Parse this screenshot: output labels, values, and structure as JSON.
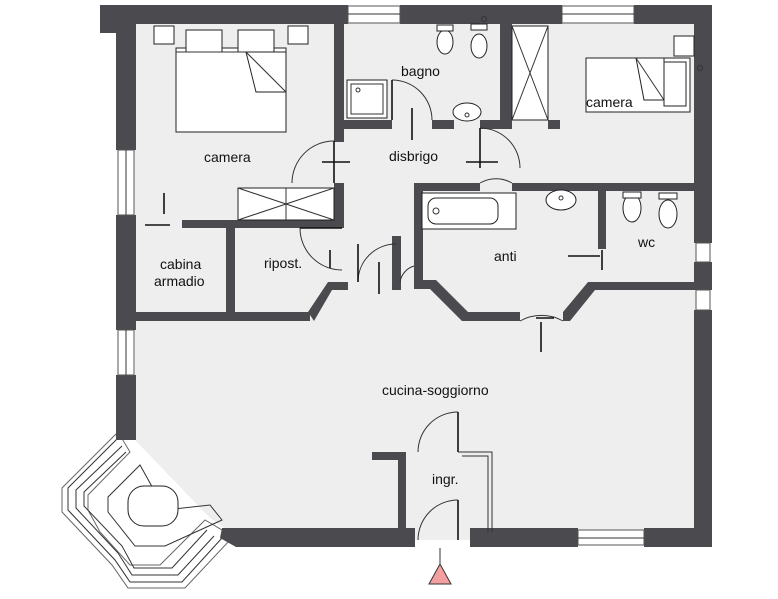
{
  "plan": {
    "rooms": [
      {
        "id": "camera-1",
        "label": "camera"
      },
      {
        "id": "bagno",
        "label": "bagno"
      },
      {
        "id": "camera-2",
        "label": "camera"
      },
      {
        "id": "disbrigo",
        "label": "disbrigo"
      },
      {
        "id": "cabina-armadio",
        "label": "cabina armadio",
        "lines": [
          "cabina",
          "armadio"
        ]
      },
      {
        "id": "ripostiglio",
        "label": "ripost."
      },
      {
        "id": "anti",
        "label": "anti"
      },
      {
        "id": "wc",
        "label": "wc"
      },
      {
        "id": "cucina-soggiorno",
        "label": "cucina-soggiorno"
      },
      {
        "id": "ingresso",
        "label": "ingr."
      }
    ],
    "colors": {
      "wall": "#4a4a4f",
      "floor": "#eeeeee",
      "entrance_marker": "#f4a0a0"
    },
    "icons": [
      "entrance-arrow-icon",
      "bed-icon",
      "toilet-icon",
      "bidet-icon",
      "sink-icon",
      "bathtub-icon",
      "shower-icon"
    ]
  }
}
